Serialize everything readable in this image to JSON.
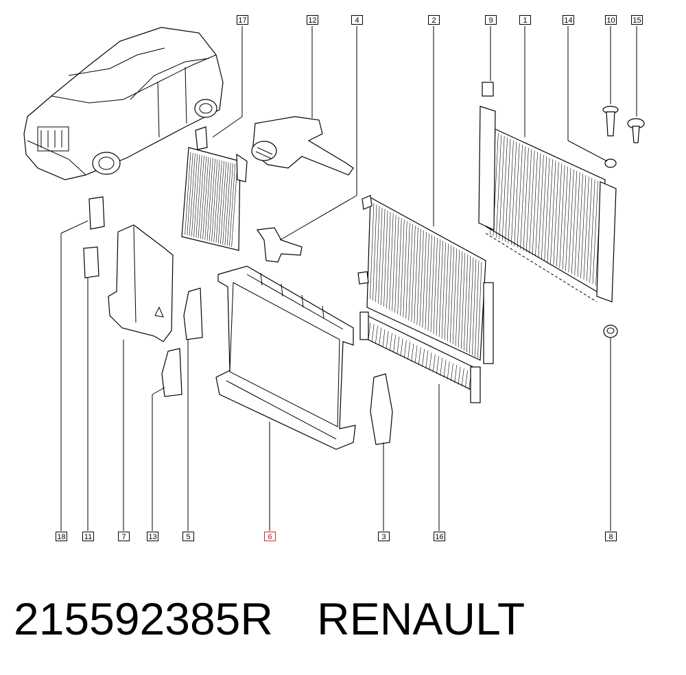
{
  "callouts": {
    "c17": "17",
    "c12": "12",
    "c4": "4",
    "c2": "2",
    "c9": "9",
    "c1": "1",
    "c14": "14",
    "c10": "10",
    "c15": "15",
    "c18": "18",
    "c11": "11",
    "c7": "7",
    "c13": "13",
    "c5": "5",
    "c6": "6",
    "c3": "3",
    "c16": "16",
    "c8": "8"
  },
  "highlighted_callout": "6",
  "colors": {
    "line": "#000000",
    "highlight": "#e0202a"
  },
  "caption": {
    "part_number": "215592385R",
    "brand": "RENAULT"
  }
}
